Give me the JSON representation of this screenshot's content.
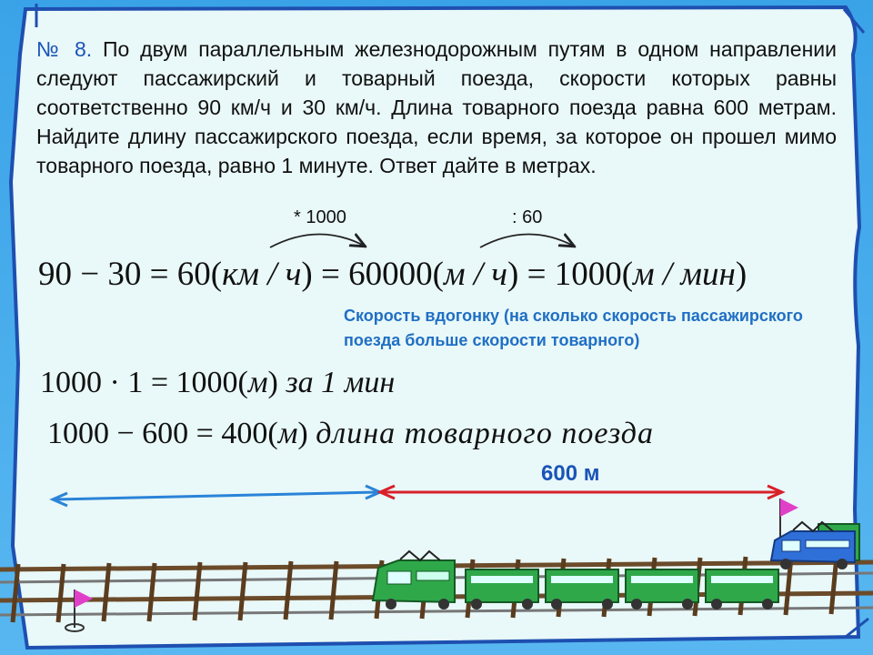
{
  "problem": {
    "number": "№ 8.",
    "text": "По двум параллельным железнодорожным путям в одном направлении следуют пассажирский и товарный поезда, скорости которых равны соответственно 90 км/ч и 30 км/ч. Длина товарного поезда равна 600 метрам. Найдите длину пассажирского поезда, если время, за которое он прошел мимо товарного поезда, равно 1 минуте. Ответ дайте в метрах."
  },
  "conversion": {
    "op1": "* 1000",
    "op2": ": 60"
  },
  "equation1": {
    "left": "90 − 30 = 60",
    "unit1": "км / ч",
    "eq2": "= 60000",
    "unit2": "м / ч",
    "eq3": "= 1000",
    "unit3": "м / мин"
  },
  "note": "Скорость вдогонку (на сколько скорость пассажирского поезда больше скорости товарного)",
  "equation2": {
    "left": "1000 · 1 = 1000",
    "unit": "м",
    "tail": "за 1 мин"
  },
  "equation3": {
    "left": "1000 − 600 = 400",
    "unit": "м",
    "tail": "длина товарного  поезда"
  },
  "distance_label": "600 м",
  "colors": {
    "background": "#4aaeea",
    "frame": "#1e4fb0",
    "panel": "#e8f8f8",
    "note": "#1f6fc4",
    "arrow_blue": "#2a83d8",
    "arrow_red": "#d8202a",
    "freight_train": "#2fa84a",
    "passenger_train": "#2f6fd8",
    "flag": "#e040c8"
  },
  "icons": [
    "flag-icon",
    "flag-icon",
    "freight-train",
    "passenger-train",
    "rail-track"
  ]
}
